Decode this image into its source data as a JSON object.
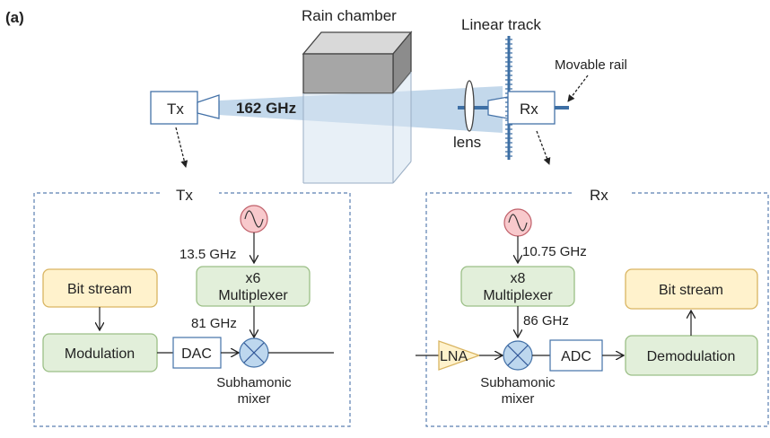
{
  "panel_label": "(a)",
  "top": {
    "rain_chamber": "Rain chamber",
    "linear_track": "Linear track",
    "movable_rail": "Movable rail",
    "tx": "Tx",
    "rx": "Rx",
    "frequency": "162 GHz",
    "lens": "lens"
  },
  "tx_panel": {
    "title": "Tx",
    "lo_freq": "13.5 GHz",
    "multiplier_line1": "x6",
    "multiplier_line2": "Multiplexer",
    "rf_freq": "81 GHz",
    "bit_stream": "Bit stream",
    "modulation": "Modulation",
    "dac": "DAC",
    "mixer_line1": "Subhamonic",
    "mixer_line2": "mixer"
  },
  "rx_panel": {
    "title": "Rx",
    "lo_freq": "10.75 GHz",
    "multiplier_line1": "x8",
    "multiplier_line2": "Multiplexer",
    "rf_freq": "86 GHz",
    "bit_stream": "Bit stream",
    "demodulation": "Demodulation",
    "adc": "ADC",
    "lna": "LNA",
    "mixer_line1": "Subhamonic",
    "mixer_line2": "mixer"
  },
  "colors": {
    "blue_line": "#4472a8",
    "beam": "#b9d1e8",
    "green_fill": "#e2efda",
    "green_stroke": "#9bbf86",
    "yellow_fill": "#fff2cc",
    "yellow_stroke": "#d9b562",
    "mixer_fill": "#bdd7ee",
    "osc_fill": "#f8c9cc",
    "osc_stroke": "#c0606a",
    "track": "#3d6fa5"
  }
}
